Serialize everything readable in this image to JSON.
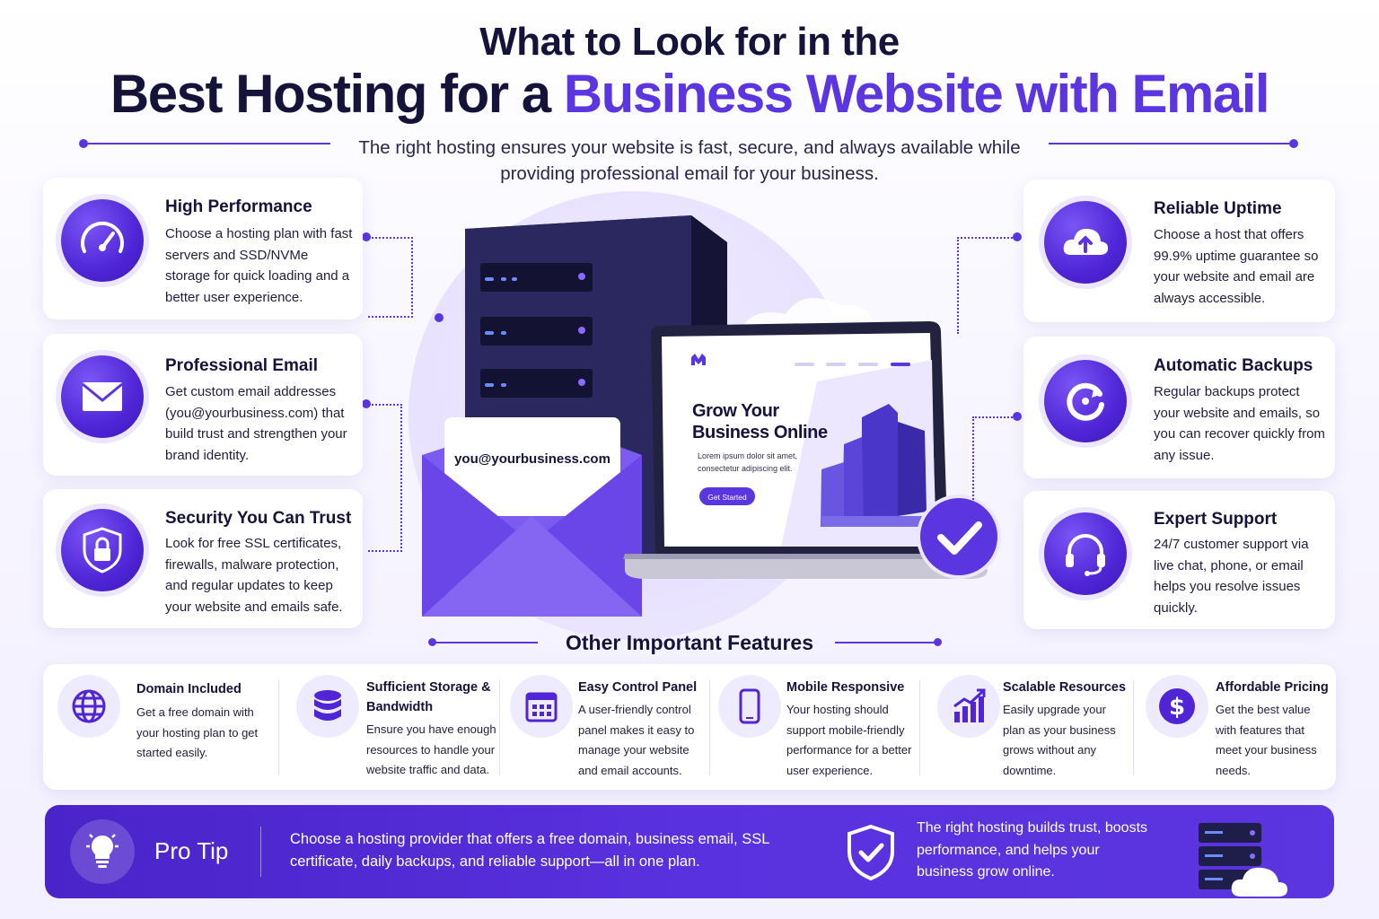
{
  "header": {
    "title_line1": "What to Look for in the",
    "title_line2_dark": "Best Hosting for a ",
    "title_line2_highlight": "Business Website with Email",
    "subtitle": "The right hosting ensures your website is fast, secure, and always available while providing professional email for your business."
  },
  "left_cards": [
    {
      "title": "High Performance",
      "text": "Choose a hosting plan with fast servers and SSD/NVMe storage for quick loading and a better user experience.",
      "icon": "speedometer-icon"
    },
    {
      "title": "Professional Email",
      "text": "Get custom email addresses (you@yourbusiness.com) that build trust and strengthen your brand identity.",
      "icon": "envelope-icon"
    },
    {
      "title": "Security You Can Trust",
      "text": "Look for free SSL certificates, firewalls, malware protection, and regular updates to keep your website and emails safe.",
      "icon": "padlock-shield-icon"
    }
  ],
  "right_cards": [
    {
      "title": "Reliable Uptime",
      "text": "Choose a host that offers 99.9% uptime guarantee so your website and email are always accessible.",
      "icon": "cloud-upload-icon"
    },
    {
      "title": "Automatic Backups",
      "text": "Regular backups protect your website and emails, so you can recover quickly from any issue.",
      "icon": "refresh-icon"
    },
    {
      "title": "Expert Support",
      "text": "24/7 customer support via live chat, phone, or email helps you resolve issues quickly.",
      "icon": "headset-icon"
    }
  ],
  "hero": {
    "email_card": "you@yourbusiness.com",
    "laptop_headline": "Grow Your Business Online",
    "laptop_body": "Lorem ipsum dolor sit amet, consectetur adipiscing elit.",
    "laptop_cta": "Get Started"
  },
  "other_features": {
    "title": "Other Important Features",
    "items": [
      {
        "title": "Domain Included",
        "text": "Get a free domain with your hosting plan to get started easily.",
        "icon": "globe-icon"
      },
      {
        "title": "Sufficient Storage & Bandwidth",
        "text": "Ensure you have enough resources to handle your website traffic and data.",
        "icon": "database-icon"
      },
      {
        "title": "Easy Control Panel",
        "text": "A user-friendly control panel makes it easy to manage your website and email accounts.",
        "icon": "calendar-grid-icon"
      },
      {
        "title": "Mobile Responsive",
        "text": "Your hosting should support mobile-friendly performance for a better user experience.",
        "icon": "smartphone-icon"
      },
      {
        "title": "Scalable Resources",
        "text": "Easily upgrade your plan as your business grows without any downtime.",
        "icon": "growth-chart-icon"
      },
      {
        "title": "Affordable Pricing",
        "text": "Get the best value with features that meet your business needs.",
        "icon": "dollar-icon"
      }
    ]
  },
  "pro_tip": {
    "label": "Pro Tip",
    "text": "Choose a hosting provider that offers a free domain, business email, SSL certificate, daily backups, and reliable support—all in one plan.",
    "trust_text": "The right hosting builds trust, boosts performance, and helps your business grow online."
  },
  "colors": {
    "accent": "#5b35e0",
    "dark": "#15133a",
    "banner": "#4a23c9"
  }
}
